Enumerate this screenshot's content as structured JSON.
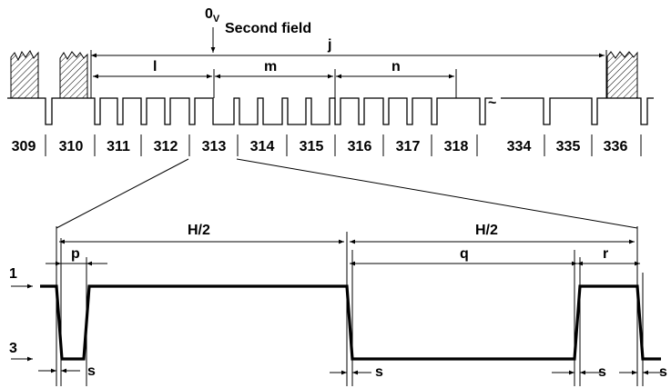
{
  "top": {
    "origin_label": "0",
    "origin_sub": "V",
    "field_label": "Second field",
    "dims": {
      "j": "j",
      "l": "l",
      "m": "m",
      "n": "n"
    },
    "line_numbers": [
      "309",
      "310",
      "311",
      "312",
      "313",
      "314",
      "315",
      "316",
      "317",
      "318",
      "334",
      "335",
      "336"
    ],
    "break_mark": "~"
  },
  "detail": {
    "half_line_left": "H/2",
    "half_line_right": "H/2",
    "dims": {
      "p": "p",
      "q": "q",
      "r": "r"
    },
    "level_high": "1",
    "level_low": "3",
    "edge_labels": [
      "s",
      "s",
      "s",
      "s"
    ]
  }
}
